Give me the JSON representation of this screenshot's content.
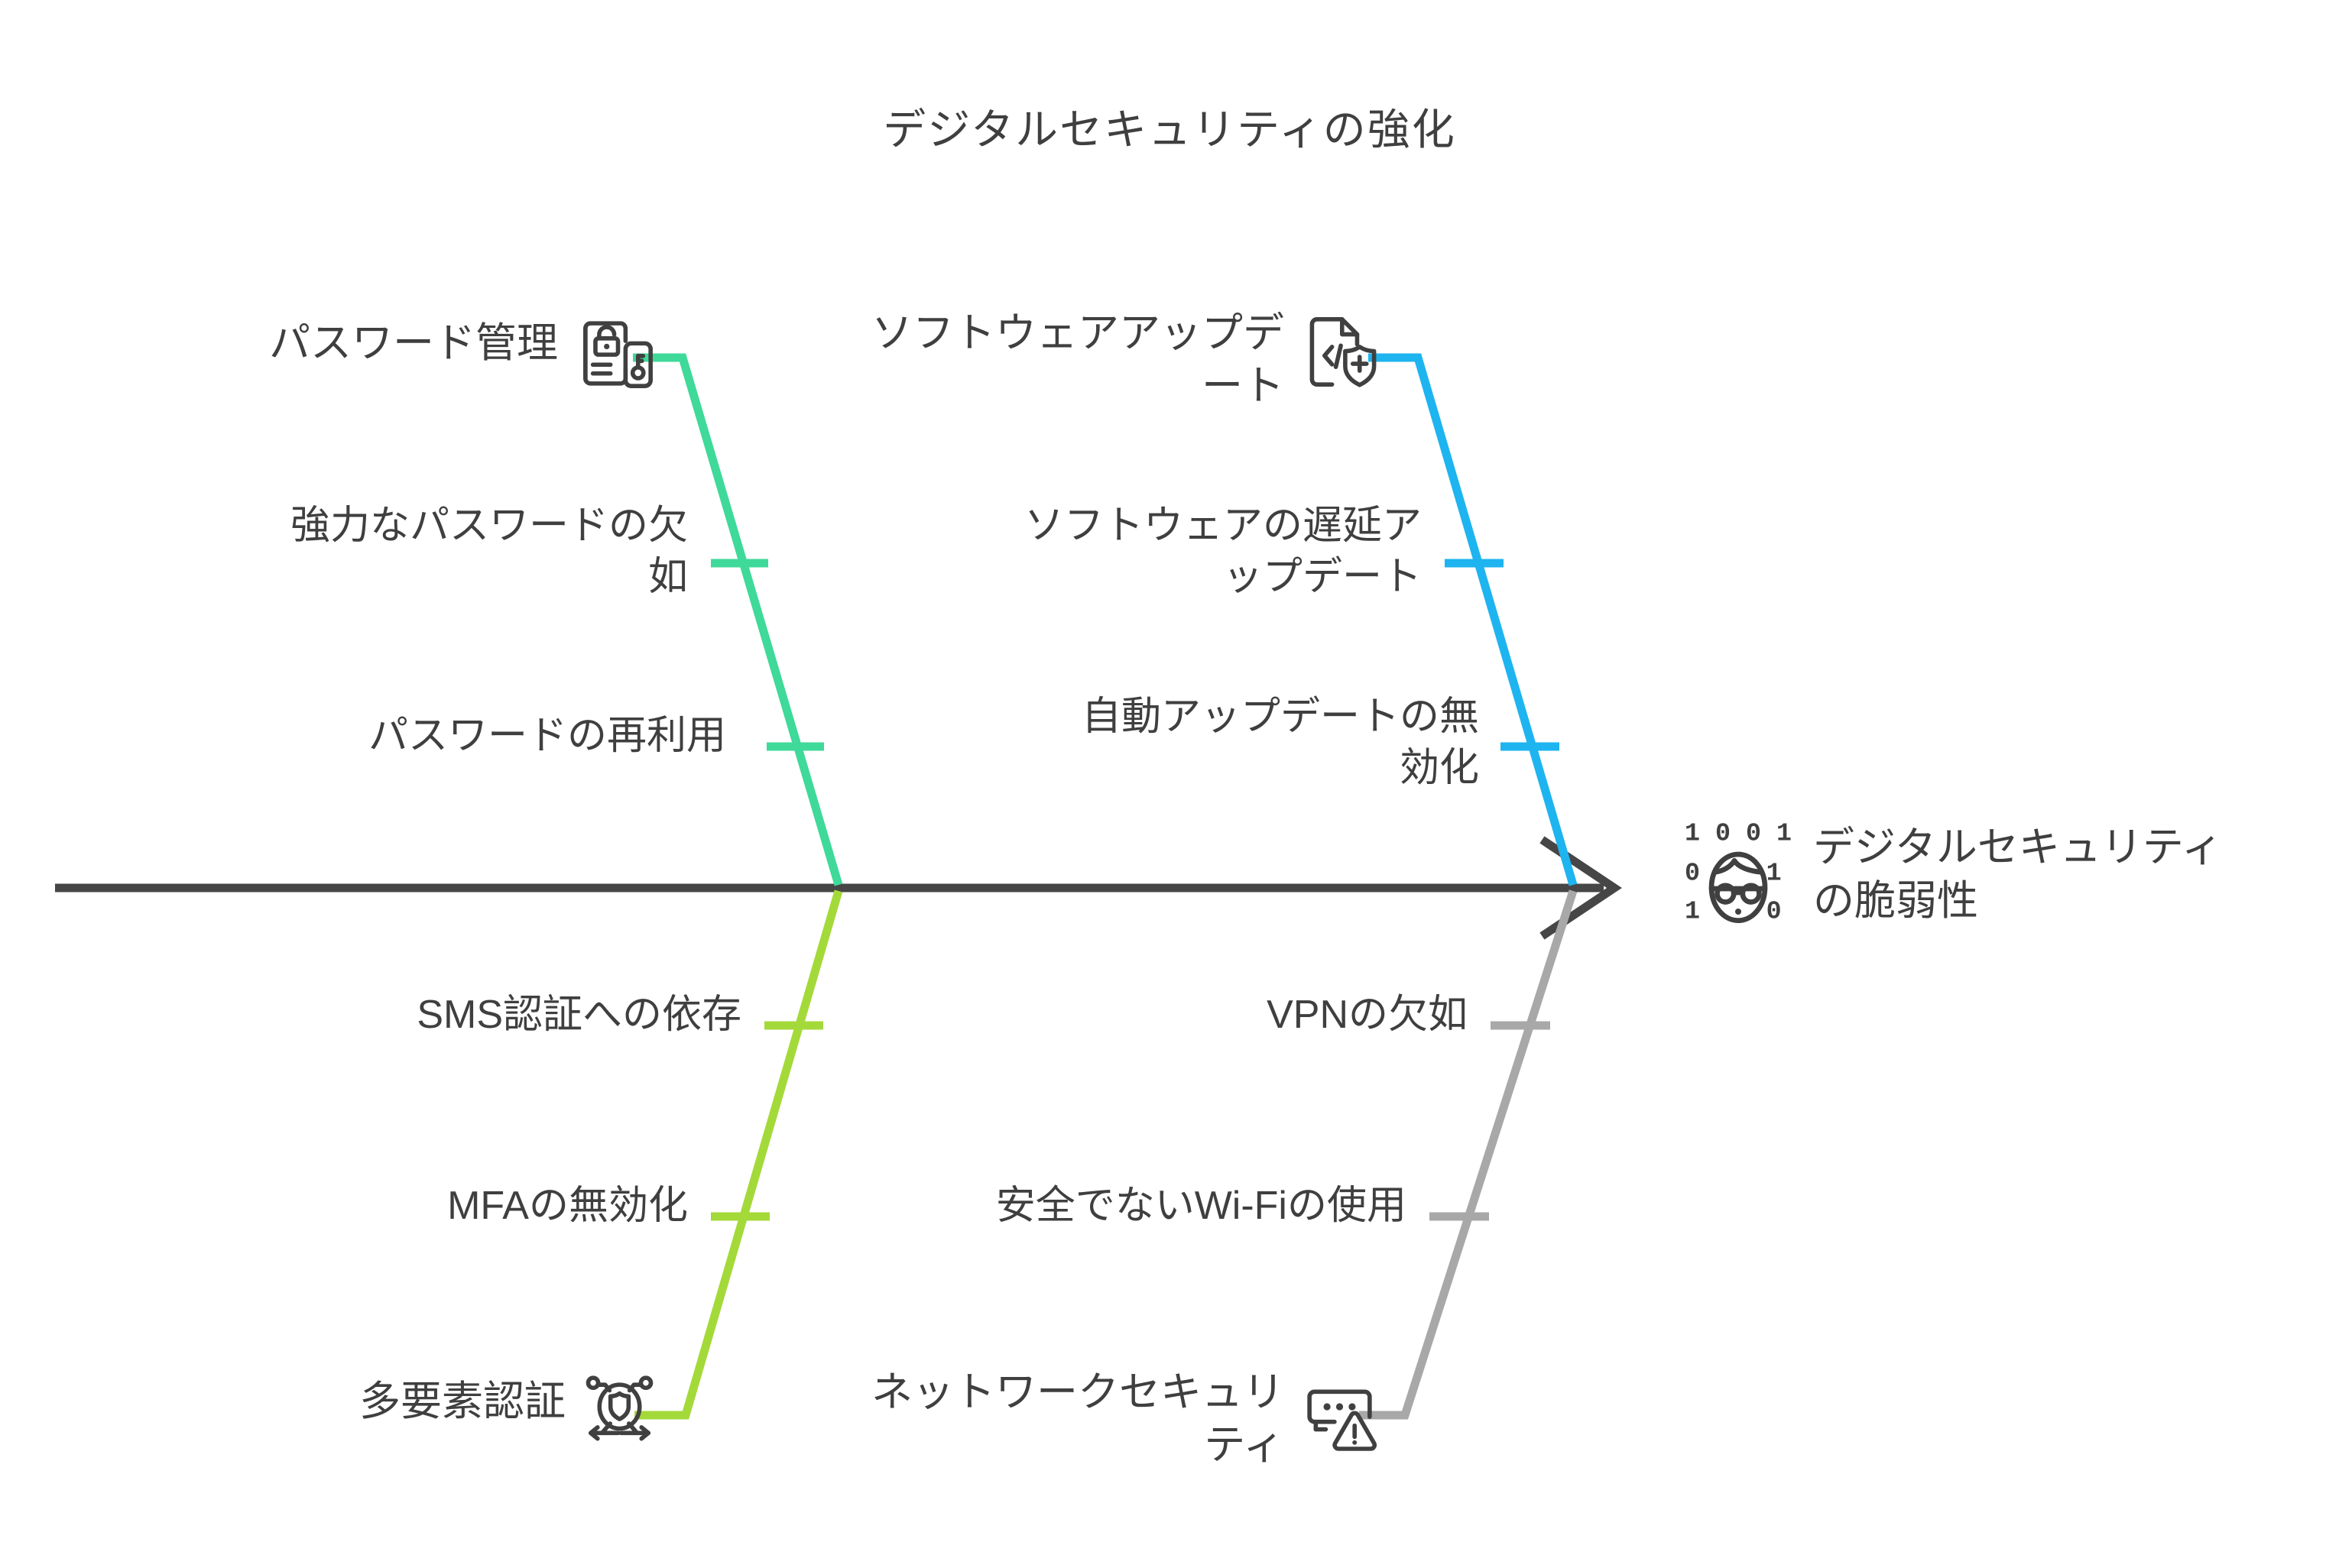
{
  "diagram": {
    "type": "fishbone",
    "title": "デジタルセキュリティの強化",
    "effect": {
      "label": "デジタルセキュリティ\nの脆弱性",
      "icon": "hacker-binary-icon"
    },
    "spine_color": "#464646",
    "text_color": "#3f3f3f",
    "background": "#ffffff",
    "categories": [
      {
        "id": "password-management",
        "label": "パスワード管理",
        "position": "top-left",
        "color": "#3fd99a",
        "icon": "phone-lock-key-icon",
        "causes": [
          "強力なパスワードの欠\n如",
          "パスワードの再利用"
        ]
      },
      {
        "id": "software-update",
        "label": "ソフトウェアアップデ\nート",
        "position": "top-right",
        "color": "#1eb4f0",
        "icon": "file-code-shield-plus-icon",
        "causes": [
          "ソフトウェアの遅延ア\nップデート",
          "自動アップデートの無\n効化"
        ]
      },
      {
        "id": "multi-factor-auth",
        "label": "多要素認証",
        "position": "bottom-left",
        "color": "#a4d93a",
        "icon": "network-shield-icon",
        "causes": [
          "SMS認証への依存",
          "MFAの無効化"
        ]
      },
      {
        "id": "network-security",
        "label": "ネットワークセキュリ\nティ",
        "position": "bottom-right",
        "color": "#a8a8a8",
        "icon": "router-warning-icon",
        "causes": [
          "VPNの欠如",
          "安全でないWi-Fiの使用"
        ]
      }
    ]
  }
}
